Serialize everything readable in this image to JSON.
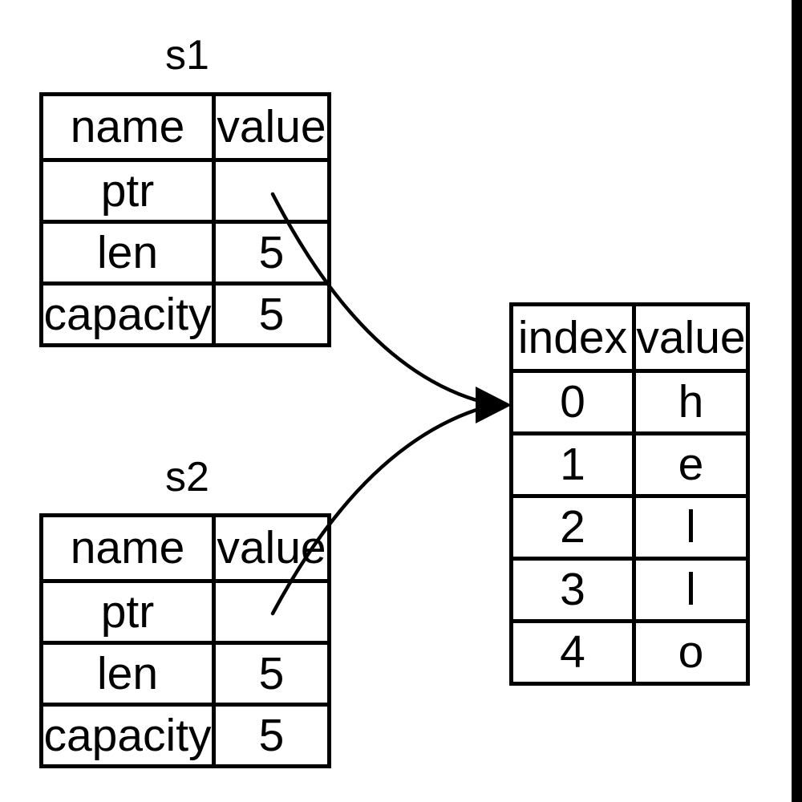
{
  "colors": {
    "ink": "#000000",
    "paper": "#ffffff"
  },
  "s1": {
    "label": "s1",
    "headers": [
      "name",
      "value"
    ],
    "rows": [
      [
        "ptr",
        ""
      ],
      [
        "len",
        "5"
      ],
      [
        "capacity",
        "5"
      ]
    ]
  },
  "s2": {
    "label": "s2",
    "headers": [
      "name",
      "value"
    ],
    "rows": [
      [
        "ptr",
        ""
      ],
      [
        "len",
        "5"
      ],
      [
        "capacity",
        "5"
      ]
    ]
  },
  "heap": {
    "headers": [
      "index",
      "value"
    ],
    "rows": [
      [
        "0",
        "h"
      ],
      [
        "1",
        "e"
      ],
      [
        "2",
        "l"
      ],
      [
        "3",
        "l"
      ],
      [
        "4",
        "o"
      ]
    ]
  }
}
